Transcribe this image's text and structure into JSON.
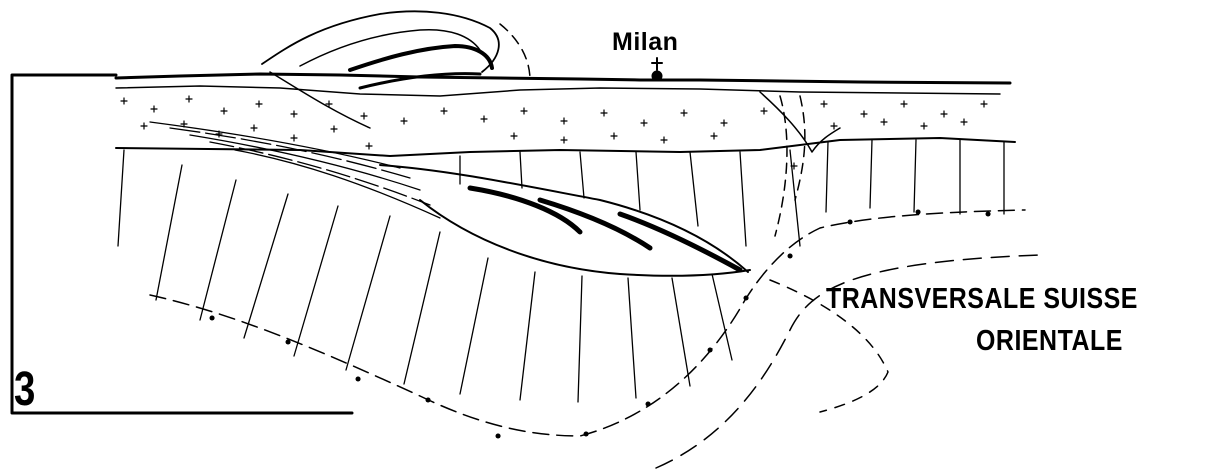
{
  "figure": {
    "panel_number": "3",
    "city_label": "Milan",
    "title_line_1": "TRANSVERSALE SUISSE",
    "title_line_2": "ORIENTALE"
  },
  "colors": {
    "ink": "#000000",
    "paper": "#ffffff"
  }
}
